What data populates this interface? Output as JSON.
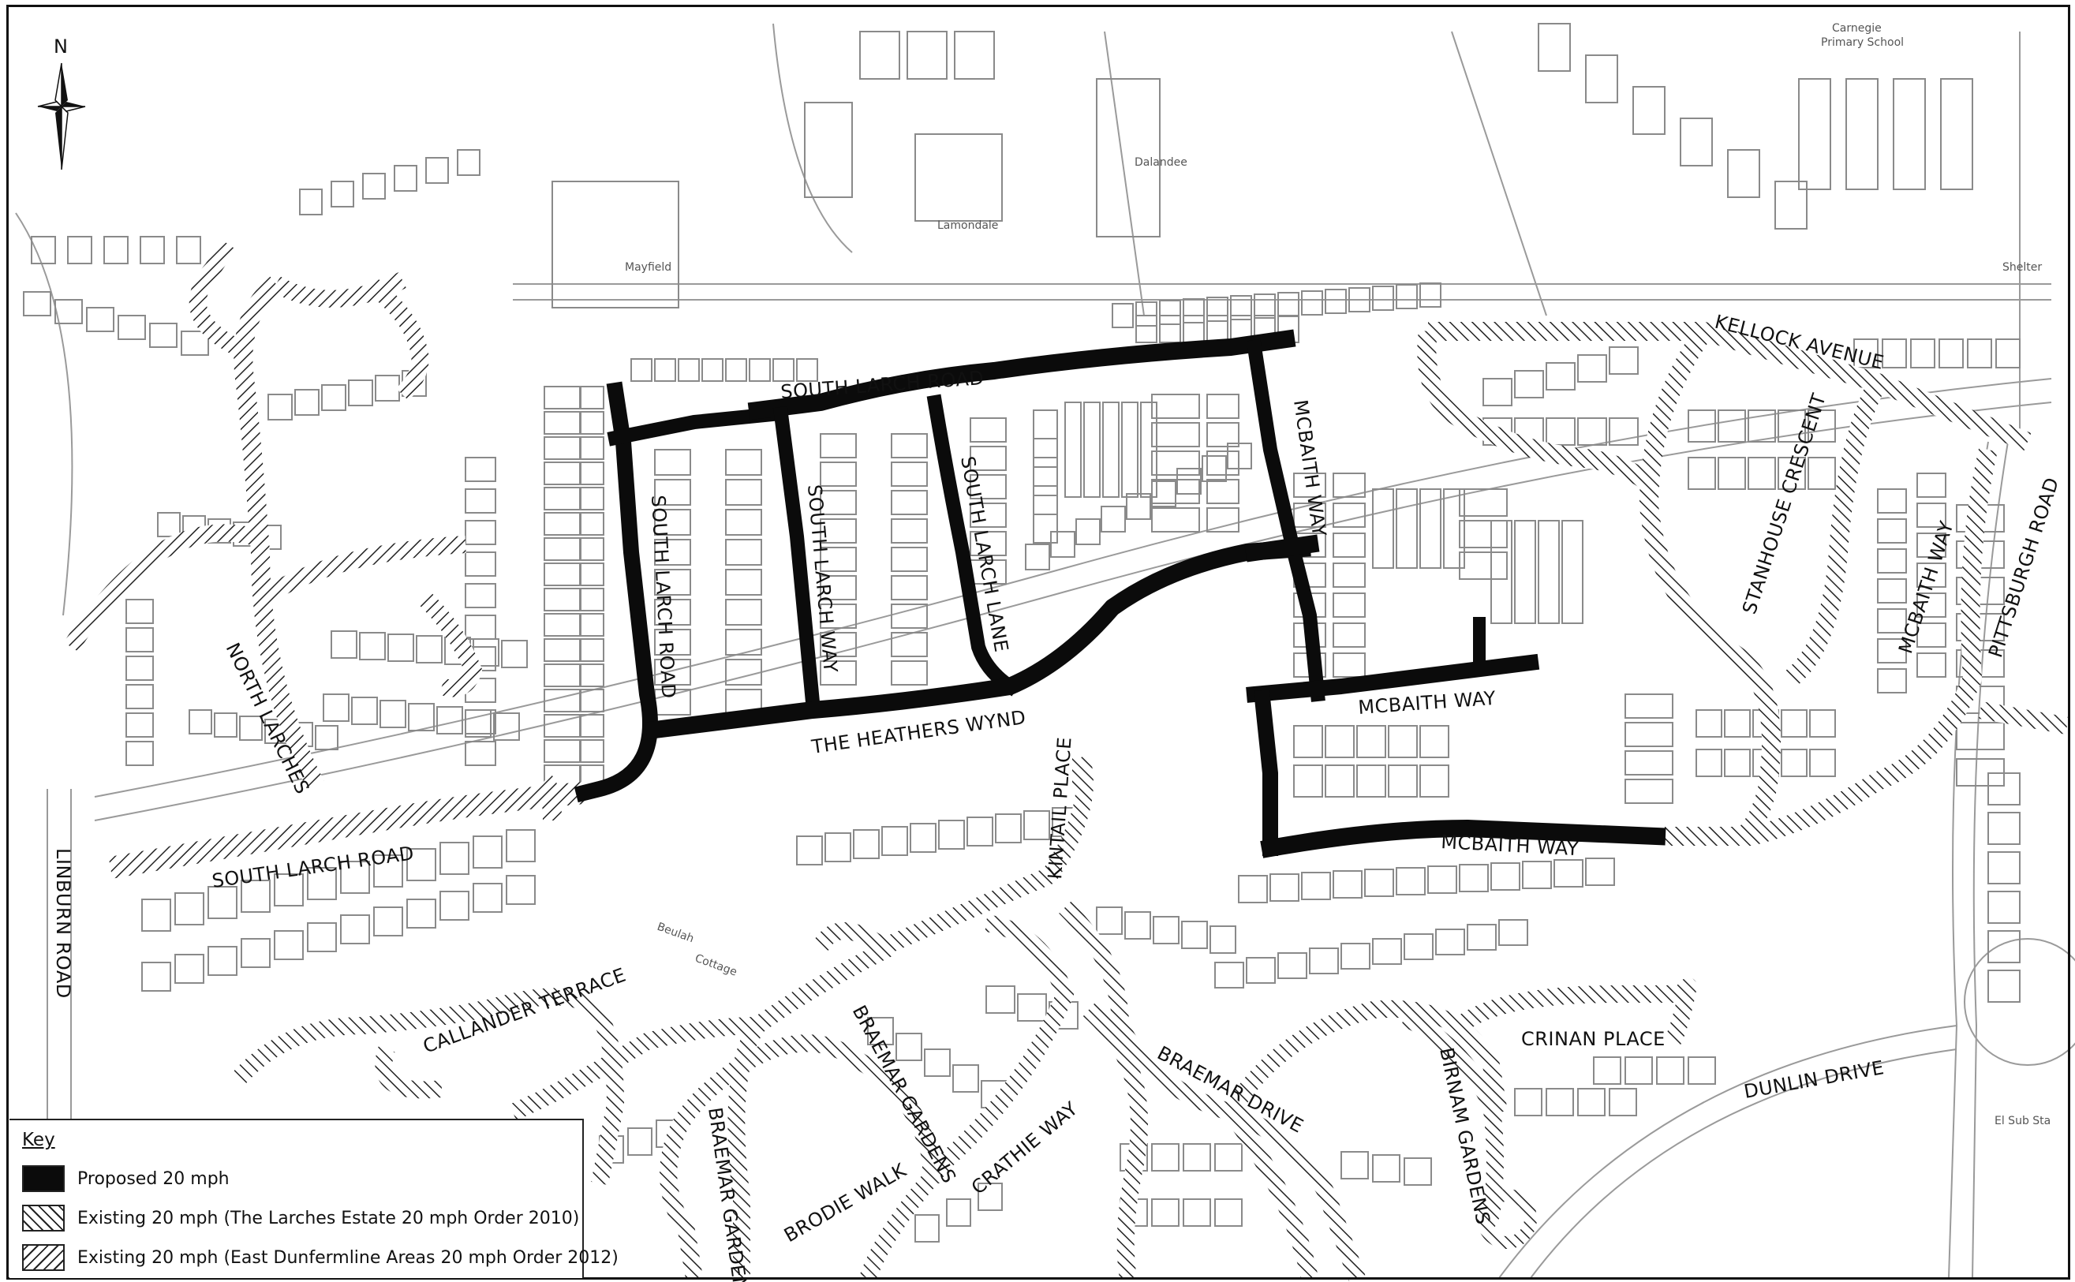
{
  "compass": {
    "north_label": "N"
  },
  "key": {
    "title": "Key",
    "items": [
      {
        "label": "Proposed 20 mph"
      },
      {
        "label": "Existing 20 mph (The Larches Estate 20 mph Order 2010)"
      },
      {
        "label": "Existing 20 mph (East Dunfermline Areas 20 mph Order 2012)"
      }
    ]
  },
  "streets": {
    "south_larch_road_north": "SOUTH LARCH ROAD",
    "south_larch_road_vert": "SOUTH LARCH ROAD",
    "south_larch_road_west": "SOUTH LARCH ROAD",
    "south_larch_way": "SOUTH LARCH WAY",
    "south_larch_lane": "SOUTH LARCH LANE",
    "the_heathers_wynd": "THE HEATHERS WYND",
    "mcbaith_way_north": "MCBAITH WAY",
    "mcbaith_way_mid": "MCBAITH WAY",
    "mcbaith_way_south": "MCBAITH WAY",
    "mcbaith_way_east": "MCBAITH WAY",
    "kellock_avenue": "KELLOCK AVENUE",
    "stanhouse_crescent": "STANHOUSE CRESCENT",
    "pittsburgh_road": "PITTSBURGH ROAD",
    "north_larches": "NORTH LARCHES",
    "linburn_road": "LINBURN ROAD",
    "kintail_place": "KINTAIL PLACE",
    "callander_terrace": "CALLANDER TERRACE",
    "braemar_gardens_1": "BRAEMAR GARDENS",
    "braemar_gardens_2": "BRAEMAR GARDENS",
    "braemar_drive": "BRAEMAR DRIVE",
    "brodie_walk": "BRODIE WALK",
    "crathie_way": "CRATHIE WAY",
    "birnam_gardens": "BIRNAM GARDENS",
    "crinan_place": "CRINAN PLACE",
    "dunlin_drive": "DUNLIN DRIVE"
  },
  "places": {
    "carnegie_primary_school_1": "Carnegie",
    "carnegie_primary_school_2": "Primary School",
    "shelter": "Shelter",
    "el_sub_sta": "El Sub Sta",
    "mayfield": "Mayfield",
    "dalandee": "Dalandee",
    "lamondale": "Lamondale",
    "beulah_cottage_1": "Beulah",
    "beulah_cottage_2": "Cottage"
  },
  "colors": {
    "proposed": "#0b0b0b",
    "existing_hatch": "#222222",
    "base_map": "#8a8a8a"
  }
}
